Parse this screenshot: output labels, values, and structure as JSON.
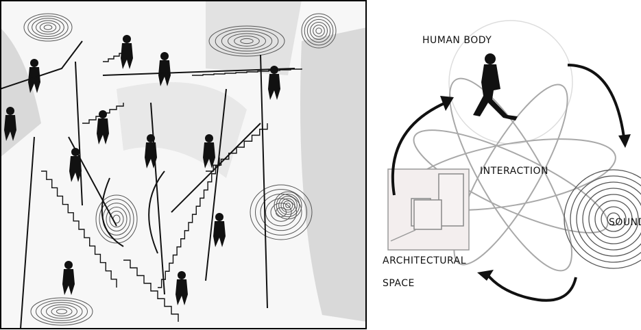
{
  "labels": {
    "human_body": "HUMAN BODY",
    "interaction": "INTERACTION",
    "sound": "SOUND",
    "architectural": "ARCHITECTURAL",
    "space": "SPACE"
  },
  "colors": {
    "ink": "#111111",
    "orbit": "#a8a8a8",
    "box": "#f3eeee"
  }
}
